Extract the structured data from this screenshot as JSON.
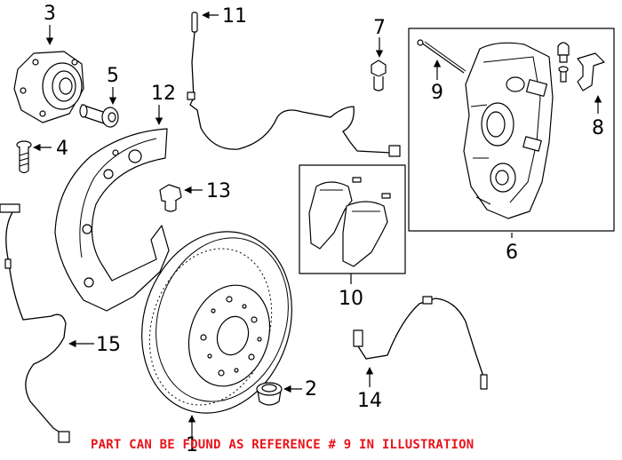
{
  "callouts": {
    "c1": "1",
    "c2": "2",
    "c3": "3",
    "c4": "4",
    "c5": "5",
    "c6": "6",
    "c7": "7",
    "c8": "8",
    "c9": "9",
    "c10": "10",
    "c11": "11",
    "c12": "12",
    "c13": "13",
    "c14": "14",
    "c15": "15"
  },
  "note": "PART CAN BE FOUND AS REFERENCE # 9 IN ILLUSTRATION",
  "colors": {
    "line": "#000000",
    "background": "#ffffff",
    "note": "#e8141b"
  }
}
